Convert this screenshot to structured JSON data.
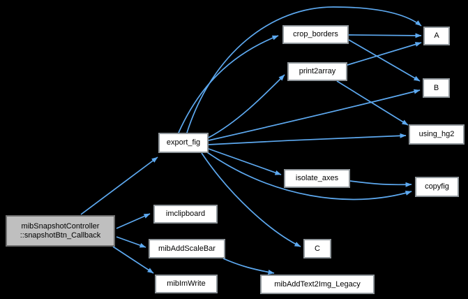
{
  "graph": {
    "type": "call-graph",
    "colors": {
      "background": "#000000",
      "edge": "#5da9f0",
      "node_fill": "#ffffff",
      "node_border": "#8f969b",
      "node_text": "#000000",
      "highlight_fill": "#bfbfbf",
      "highlight_border": "#6e6e6e"
    },
    "nodes": [
      {
        "id": "mibSnapshotController::snapshotBtn_Callback",
        "lines": [
          "mibSnapshotController",
          "::snapshotBtn_Callback"
        ],
        "highlighted": true
      },
      {
        "id": "export_fig",
        "label": "export_fig"
      },
      {
        "id": "imclipboard",
        "label": "imclipboard"
      },
      {
        "id": "mibAddScaleBar",
        "label": "mibAddScaleBar"
      },
      {
        "id": "mibImWrite",
        "label": "mibImWrite"
      },
      {
        "id": "crop_borders",
        "label": "crop_borders"
      },
      {
        "id": "print2array",
        "label": "print2array"
      },
      {
        "id": "isolate_axes",
        "label": "isolate_axes"
      },
      {
        "id": "C",
        "label": "C"
      },
      {
        "id": "mibAddText2Img_Legacy",
        "label": "mibAddText2Img_Legacy"
      },
      {
        "id": "A",
        "label": "A"
      },
      {
        "id": "B",
        "label": "B"
      },
      {
        "id": "using_hg2",
        "label": "using_hg2"
      },
      {
        "id": "copyfig",
        "label": "copyfig"
      }
    ],
    "edges": [
      {
        "from": "mibSnapshotController::snapshotBtn_Callback",
        "to": "export_fig"
      },
      {
        "from": "mibSnapshotController::snapshotBtn_Callback",
        "to": "imclipboard"
      },
      {
        "from": "mibSnapshotController::snapshotBtn_Callback",
        "to": "mibAddScaleBar"
      },
      {
        "from": "mibSnapshotController::snapshotBtn_Callback",
        "to": "mibImWrite"
      },
      {
        "from": "export_fig",
        "to": "crop_borders"
      },
      {
        "from": "export_fig",
        "to": "A"
      },
      {
        "from": "export_fig",
        "to": "print2array"
      },
      {
        "from": "export_fig",
        "to": "B"
      },
      {
        "from": "export_fig",
        "to": "using_hg2"
      },
      {
        "from": "export_fig",
        "to": "isolate_axes"
      },
      {
        "from": "export_fig",
        "to": "copyfig"
      },
      {
        "from": "export_fig",
        "to": "C"
      },
      {
        "from": "crop_borders",
        "to": "A"
      },
      {
        "from": "crop_borders",
        "to": "B"
      },
      {
        "from": "print2array",
        "to": "A"
      },
      {
        "from": "print2array",
        "to": "using_hg2"
      },
      {
        "from": "isolate_axes",
        "to": "copyfig"
      },
      {
        "from": "mibAddScaleBar",
        "to": "mibAddText2Img_Legacy"
      }
    ]
  }
}
